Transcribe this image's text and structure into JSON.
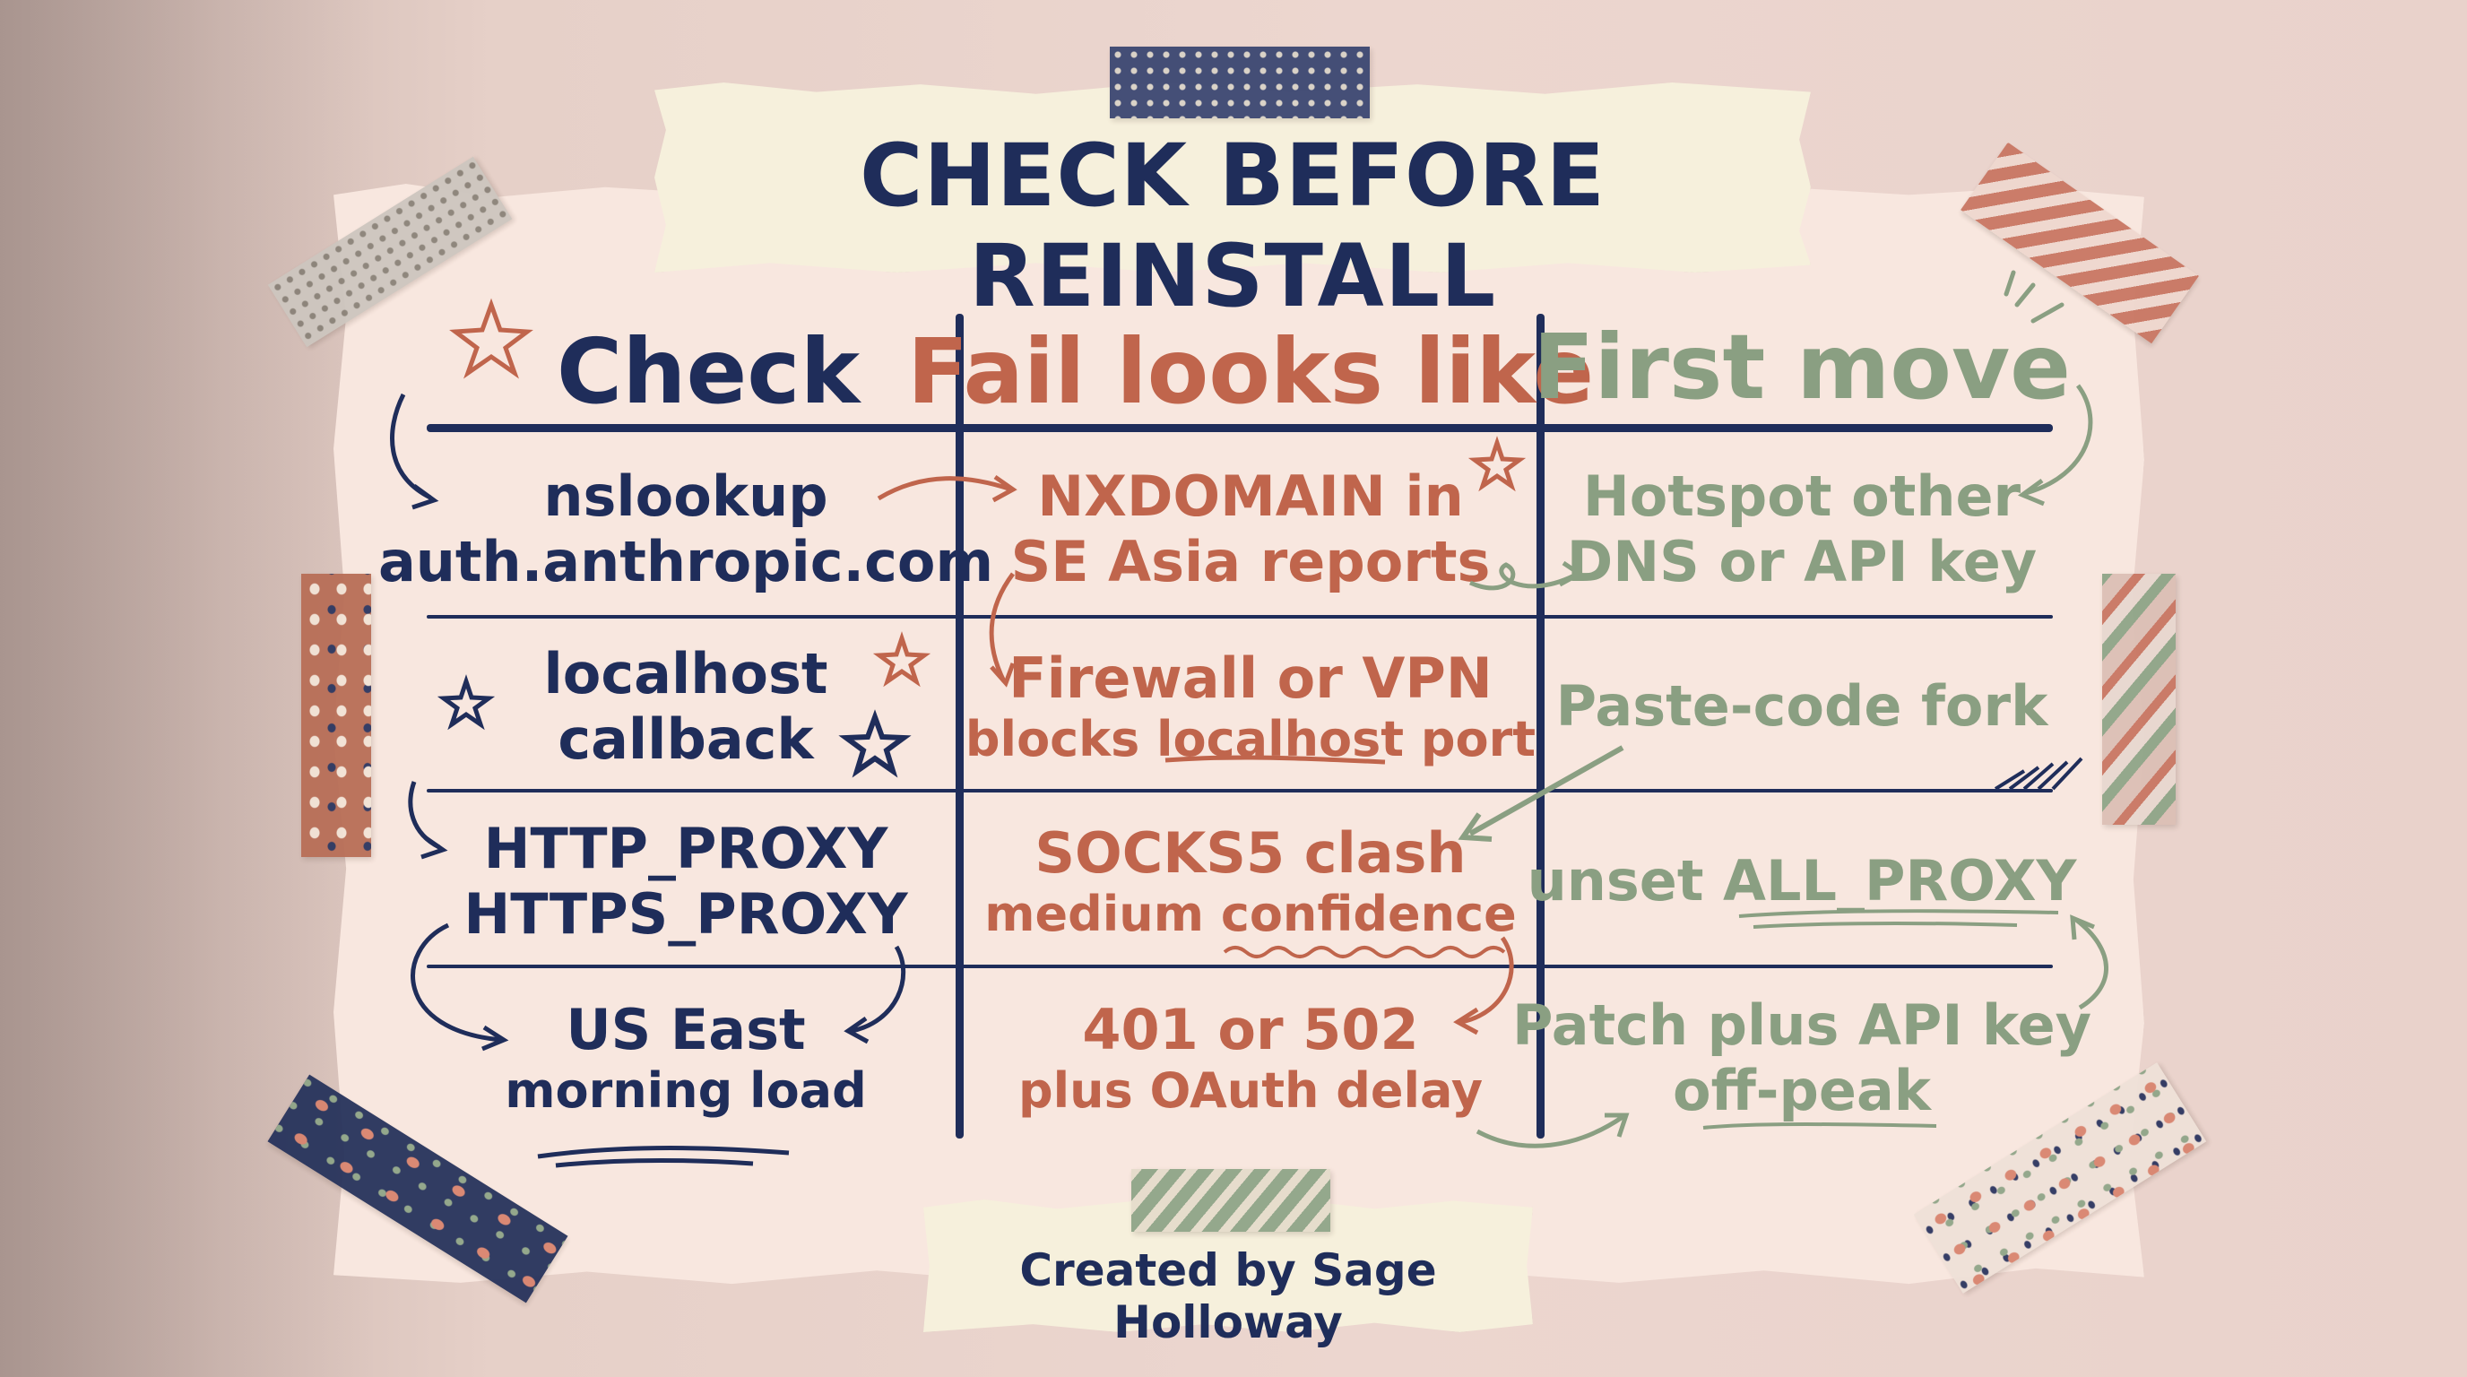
{
  "title": "CHECK BEFORE REINSTALL",
  "credit": "Created by Sage Holloway",
  "headers": {
    "check": "Check",
    "fail": "Fail looks like",
    "move": "First move"
  },
  "rows": [
    {
      "check": [
        "nslookup",
        "auth.anthropic.com"
      ],
      "fail": [
        "NXDOMAIN in",
        "SE Asia reports"
      ],
      "move": [
        "Hotspot other",
        "DNS or API key"
      ]
    },
    {
      "check": [
        "localhost",
        "callback"
      ],
      "fail": [
        "Firewall or VPN",
        "blocks localhost port"
      ],
      "move": [
        "Paste-code fork"
      ]
    },
    {
      "check": [
        "HTTP_PROXY",
        "HTTPS_PROXY"
      ],
      "fail": [
        "SOCKS5 clash",
        "medium confidence"
      ],
      "move": [
        "unset ALL_PROXY"
      ]
    },
    {
      "check": [
        "US East",
        "morning load"
      ],
      "fail": [
        "401 or 502",
        "plus OAuth delay"
      ],
      "move": [
        "Patch plus API key",
        "off-peak"
      ]
    }
  ],
  "colors": {
    "navy": "#1f2d5a",
    "rust": "#c0654c",
    "sage": "#8a9f82",
    "paper": "#f8e7df",
    "background": "#e6d0c8"
  }
}
